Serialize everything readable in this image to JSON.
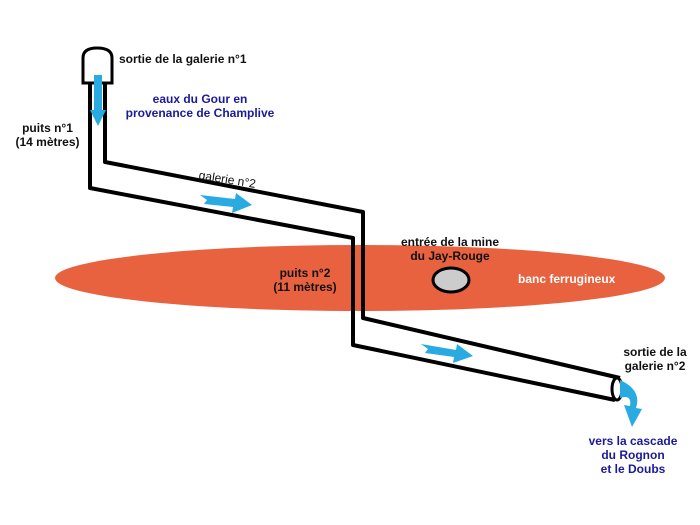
{
  "labels": {
    "exit_gallery_1": "sortie de la galerie n°1",
    "water_source_line1": "eaux du Gour en",
    "water_source_line2": "provenance de Champlive",
    "shaft_1_line1": "puits n°1",
    "shaft_1_line2": "(14 mètres)",
    "gallery_2": "galerie n°2",
    "mine_entrance_line1": "entrée de la mine",
    "mine_entrance_line2": "du Jay-Rouge",
    "shaft_2_line1": "puits n°2",
    "shaft_2_line2": "(11 mètres)",
    "iron_bed": "banc ferrugineux",
    "exit_gallery_2_line1": "sortie de la",
    "exit_gallery_2_line2": "galerie n°2",
    "destination_line1": "vers la cascade",
    "destination_line2": "du Rognon",
    "destination_line3": "et le Doubs"
  },
  "colors": {
    "iron_bed": "#e8623f",
    "water": "#29abe2",
    "text_blue": "#1a1a9a",
    "mine_hole": "#cccccc"
  }
}
